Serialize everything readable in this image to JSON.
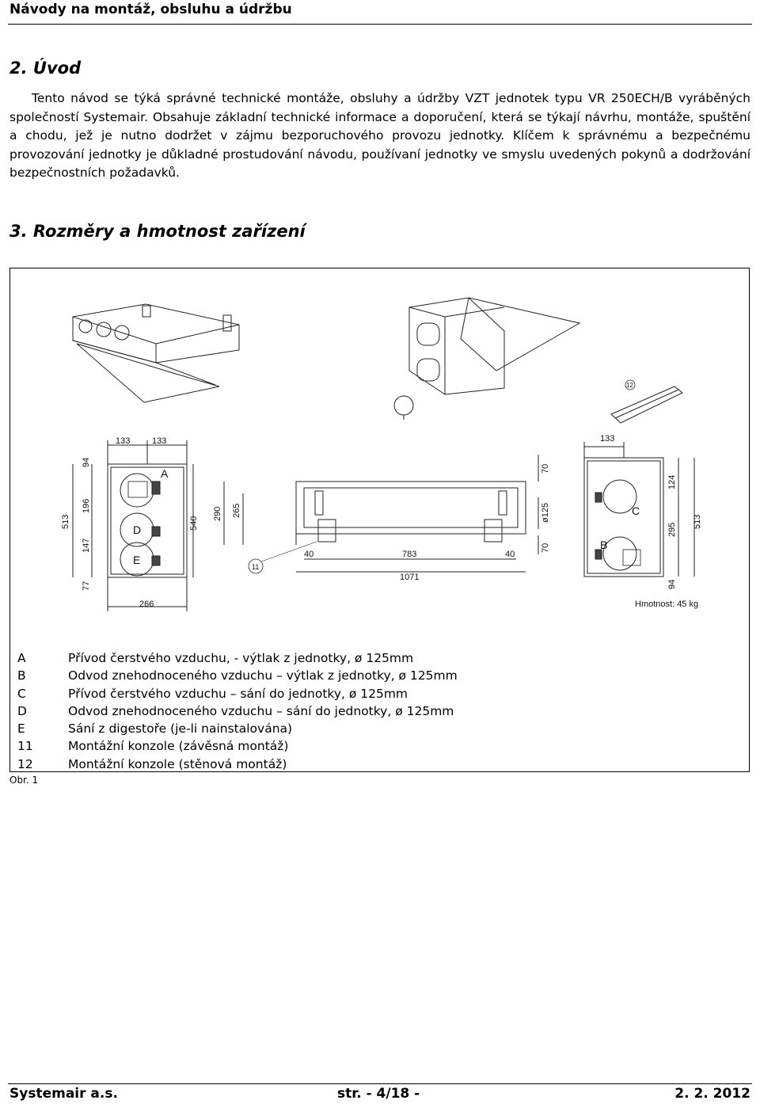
{
  "header": {
    "title": "Návody na montáž, obsluhu a údržbu"
  },
  "intro": {
    "heading": "2. Úvod",
    "text": "Tento návod se týká správné technické montáže, obsluhy a údržby VZT jednotek typu VR 250ECH/B vyráběných společností Systemair. Obsahuje základní technické informace a doporučení, která se týkají návrhu, montáže, spuštění a chodu, jež je nutno dodržet v zájmu bezporuchového provozu jednotky. Klíčem k správnému a bezpečnému provozování jednotky je důkladné prostudování návodu, používaní jednotky ve smyslu uvedených pokynů a dodržování bezpečnostních požadavků."
  },
  "dimensions": {
    "heading": "3. Rozměry a hmotnost zařízení",
    "figure": {
      "weight_label": "Hmotnost: 45 kg",
      "callout_11": "11",
      "callout_12": "12",
      "front": {
        "top_dims": [
          "133",
          "133"
        ],
        "left_dims": [
          "513",
          "94",
          "196",
          "147",
          "77"
        ],
        "right_dim": "540",
        "bottom_dim": "266",
        "port_labels": [
          "A",
          "D",
          "E"
        ]
      },
      "side": {
        "dims": [
          "290",
          "265",
          "70",
          "ø125",
          "70",
          "40",
          "783",
          "40",
          "1071"
        ]
      },
      "rear": {
        "top_dim": "133",
        "right_dims": [
          "124",
          "295",
          "513",
          "94"
        ],
        "port_labels": [
          "C",
          "B"
        ]
      }
    },
    "legend": [
      {
        "key": "A",
        "text": "Přívod čerstvého vzduchu, - výtlak z jednotky, ø 125mm"
      },
      {
        "key": "B",
        "text": "Odvod znehodnoceného vzduchu – výtlak z jednotky, ø 125mm"
      },
      {
        "key": "C",
        "text": "Přívod čerstvého vzduchu – sání do jednotky, ø 125mm"
      },
      {
        "key": "D",
        "text": "Odvod znehodnoceného vzduchu – sání do jednotky, ø 125mm"
      },
      {
        "key": "E",
        "text": "Sání z digestoře (je-li nainstalována)"
      },
      {
        "key": "11",
        "text": "Montážní konzole (závěsná montáž)"
      },
      {
        "key": "12",
        "text": "Montážní konzole (stěnová montáž)"
      }
    ],
    "caption": "Obr. 1"
  },
  "footer": {
    "company": "Systemair a.s.",
    "page": "str. - 4/18 -",
    "date": "2. 2. 2012"
  }
}
